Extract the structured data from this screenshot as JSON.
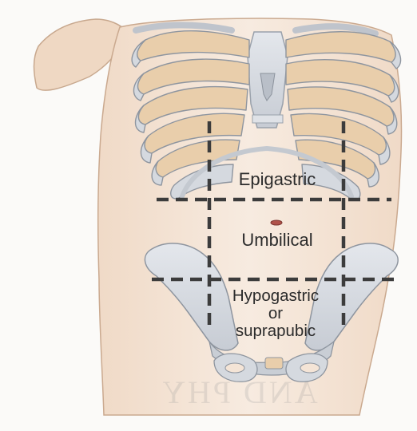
{
  "regions": {
    "epigastric": "Epigastric",
    "umbilical": "Umbilical",
    "hypogastric": [
      "Hypogastric",
      "or",
      "suprapubic"
    ]
  },
  "bleed_text": "AND PHY",
  "colors": {
    "background": "#fbfaf8",
    "skin": "#f4e4d6",
    "rib_cartilage": "#e9ceab",
    "bone": "#d5d9df",
    "grid_line": "#3c3c3c"
  }
}
